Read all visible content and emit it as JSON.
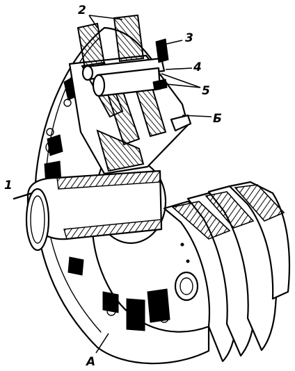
{
  "figure": {
    "labels": {
      "l1": "1",
      "l2": "2",
      "l3": "3",
      "l4": "4",
      "l5": "5",
      "lB": "Б",
      "lA": "А"
    }
  }
}
